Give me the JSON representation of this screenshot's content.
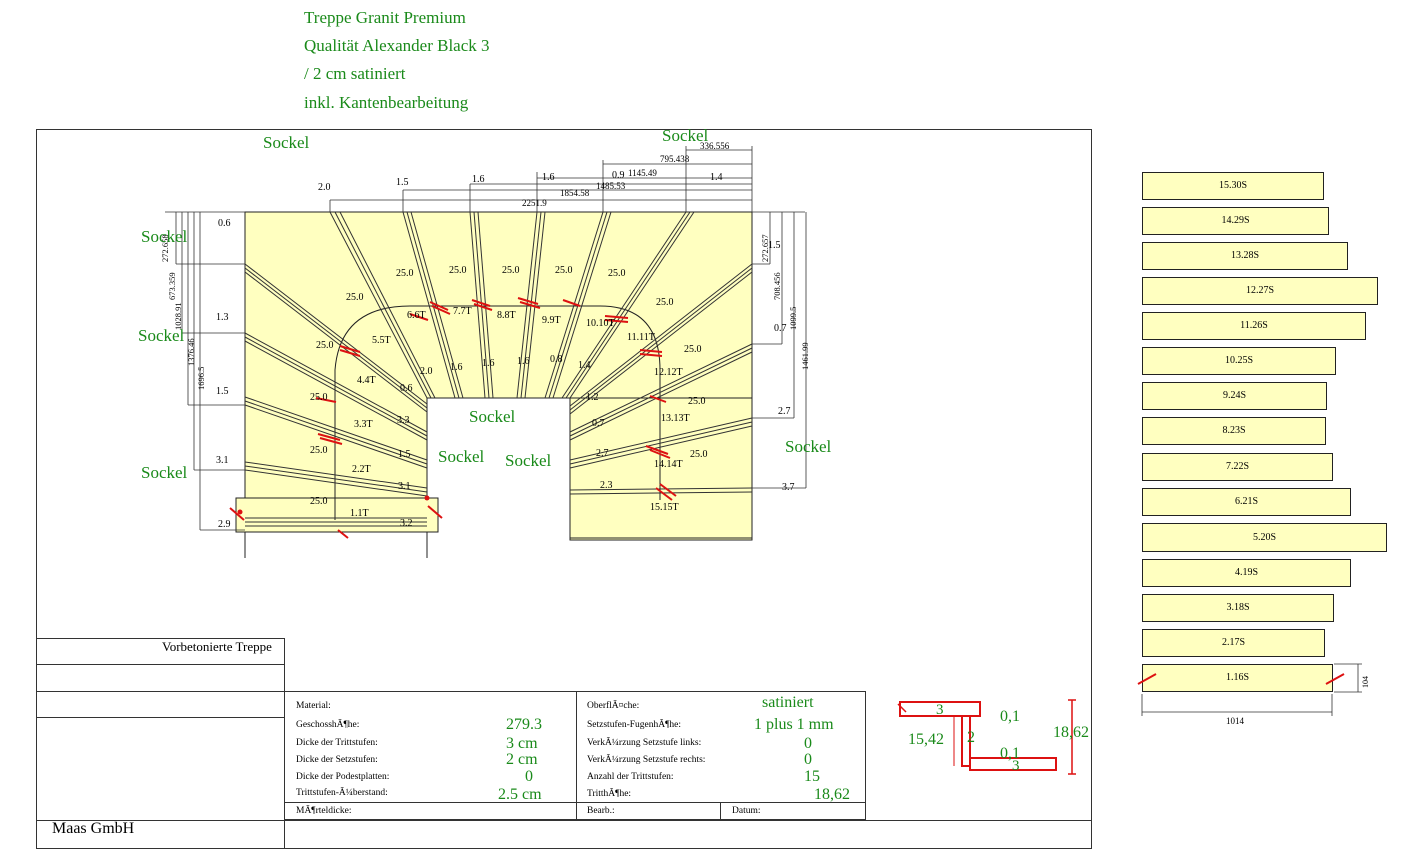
{
  "header": {
    "line1": "Treppe Granit Premium",
    "line2": "Qualität Alexander Black 3",
    "line3": "/ 2 cm satiniert",
    "line4": "inkl. Kantenbearbeitung"
  },
  "plan": {
    "sockel_label": "Sockel",
    "top_dims": {
      "d1": "336.556",
      "d2": "795.438",
      "d3": "1145.49",
      "d4": "1485.53",
      "d5": "1854.58",
      "d6": "2251.9",
      "s1": "2.0",
      "s2": "1.5",
      "s3": "1.6",
      "s4": "1.6",
      "s5": "0.9",
      "s6": "1.4"
    },
    "left_dims": {
      "v1": "272.658",
      "v2": "673.359",
      "v3": "1028.91",
      "v4": "1376.46",
      "v5": "1696.5",
      "s1": "0.6",
      "s2": "1.3",
      "s3": "1.5",
      "s4": "3.1",
      "s5": "2.9"
    },
    "right_dims": {
      "v1": "272.657",
      "v2": "708.456",
      "v3": "1099.5",
      "v4": "1461.99",
      "s1": "1.5",
      "s2": "0.7",
      "s3": "2.7",
      "s4": "3.7"
    },
    "tread_width": "25.0",
    "steps": [
      "1.1T",
      "2.2T",
      "3.3T",
      "4.4T",
      "5.5T",
      "6.6T",
      "7.7T",
      "8.8T",
      "9.9T",
      "10.10T",
      "11.11T",
      "12.12T",
      "13.13T",
      "14.14T",
      "15.15T"
    ],
    "gaps": {
      "g_3_2": "3.2",
      "g_3_1": "3.1",
      "g_1_5": "1.5",
      "g_3_3": "3.3",
      "g_0_6": "0.6",
      "g_2_0": "2.0",
      "g_1_6a": "1.6",
      "g_1_6b": "1.6",
      "g_1_6c": "1.6",
      "g_0_8": "0.8",
      "g_1_4": "1.4",
      "g_1_2": "1.2",
      "g_0_7": "0.7",
      "g_2_7": "2.7",
      "g_2_3": "2.3"
    }
  },
  "risers": {
    "items": [
      "15.30S",
      "14.29S",
      "13.28S",
      "12.27S",
      "11.26S",
      "10.25S",
      "9.24S",
      "8.23S",
      "7.22S",
      "6.21S",
      "5.20S",
      "4.19S",
      "3.18S",
      "2.17S",
      "1.16S"
    ],
    "bottom_dim": "1014",
    "side_dim": "104"
  },
  "title_block": {
    "project": "Vorbetonierte Treppe",
    "company": "Maas GmbH",
    "labels": {
      "material": "Material:",
      "geschoss": "GeschosshÃ¶he:",
      "dicke_tritt": "Dicke der Trittstufen:",
      "dicke_setz": "Dicke der Setzstufen:",
      "dicke_podest": "Dicke der Podestplatten:",
      "ueberstand": "Trittstufen-Ã¼berstand:",
      "moertel": "MÃ¶rteldicke:",
      "oberflaeche": "OberflÃ¤che:",
      "fugen": "Setzstufen-FugenhÃ¶he:",
      "verk_links": "VerkÃ¼rzung Setzstufe links:",
      "verk_rechts": "VerkÃ¼rzung Setzstufe rechts:",
      "anzahl": "Anzahl der Trittstufen:",
      "tritthoehe": "TritthÃ¶he:",
      "bearb": "Bearb.:",
      "datum": "Datum:"
    },
    "values": {
      "oberflaeche": "satiniert",
      "geschoss": "279.3",
      "fugen": "1 plus 1 mm",
      "dicke_tritt": "3 cm",
      "verk_links": "0",
      "dicke_setz": "2 cm",
      "verk_rechts": "0",
      "dicke_podest": "0",
      "anzahl": "15",
      "ueberstand": "2.5 cm",
      "tritthoehe": "18,62"
    }
  },
  "profile": {
    "v3a": "3",
    "v01a": "0,1",
    "v1542": "15,42",
    "v2": "2",
    "v1862": "18,62",
    "v01b": "0,1",
    "v3b": "3"
  }
}
